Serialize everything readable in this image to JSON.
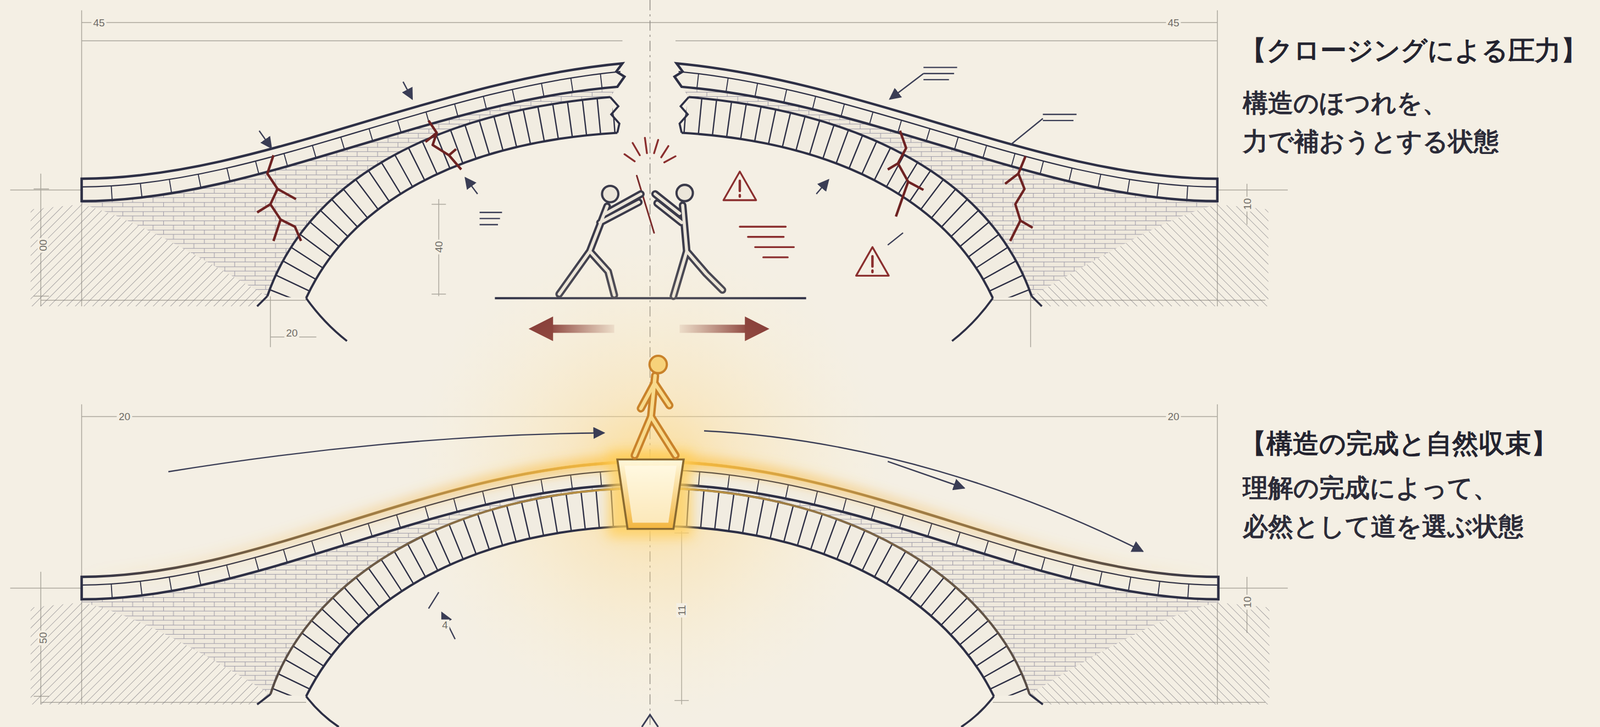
{
  "diagram": {
    "labels": [
      "45",
      "45",
      "【クロージングによる圧力】",
      "構造のほつれを、 力で補おうとする状態",
      "00",
      "40",
      "10",
      "20",
      "20",
      "20",
      "【構造の完成と自然収束】",
      "理解の完成によって、 必然として道を選ぶ状態",
      "50",
      "4",
      "11",
      "10"
    ]
  }
}
